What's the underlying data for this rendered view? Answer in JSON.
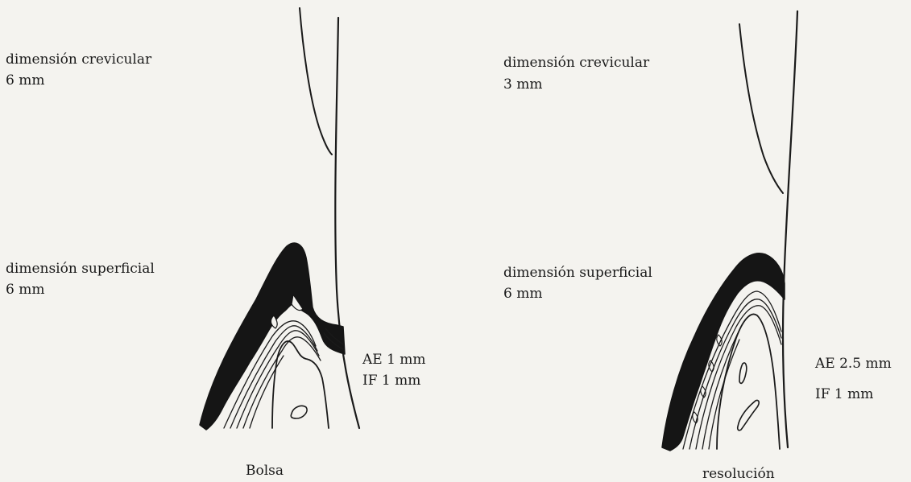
{
  "left_panel": {
    "crevicular_label": "dimensión crevicular",
    "crevicular_value": "6 mm",
    "superficial_label": "dimensión superficial",
    "superficial_value": "6 mm",
    "ae": "AE 1 mm",
    "if": "IF 1 mm",
    "caption": "Bolsa"
  },
  "right_panel": {
    "crevicular_label": "dimensión crevicular",
    "crevicular_value": "3 mm",
    "superficial_label": "dimensión superficial",
    "superficial_value": "6 mm",
    "ae": "AE 2.5 mm",
    "if": "IF 1 mm",
    "caption": "resolución"
  }
}
